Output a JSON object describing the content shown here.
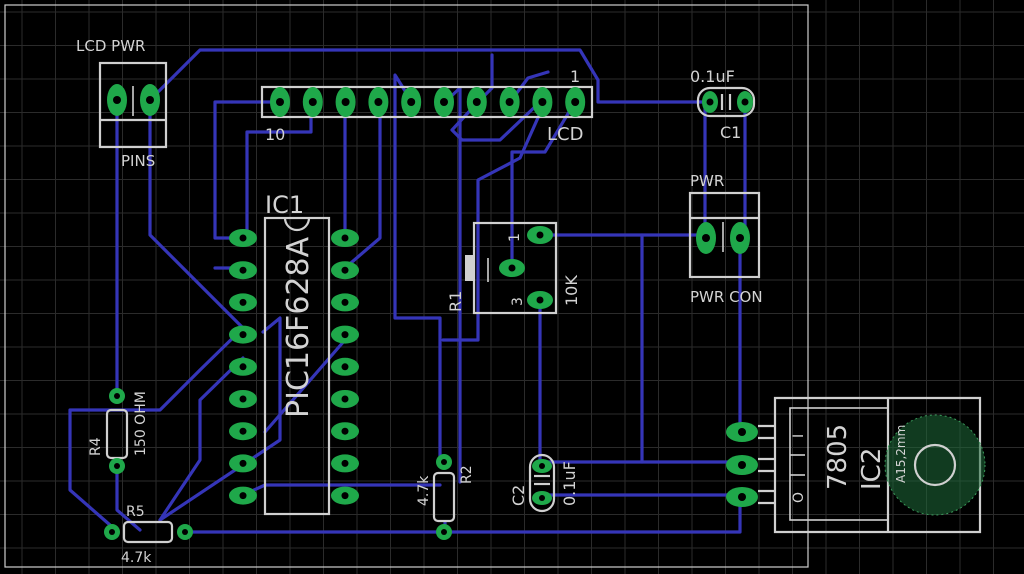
{
  "labels": {
    "lcd_pwr": "LCD PWR",
    "pins": "PINS",
    "lcd_pin1": "1",
    "lcd_pin10": "10",
    "lcd": "LCD",
    "c1_value": "0.1uF",
    "c1_name": "C1",
    "pwr": "PWR",
    "pwr_con": "PWR CON",
    "ic1_name": "IC1",
    "ic1_part": "PIC16F628A",
    "r1_name": "R1",
    "r1_value": "10K",
    "r1_pin1": "1",
    "r1_pin3": "3",
    "r4_name": "R4",
    "r4_value": "150 OHM",
    "r5_name": "R5",
    "r5_value": "4.7k",
    "r2_name": "R2",
    "r2_value": "4.7k",
    "c2_name": "C2",
    "c2_value": "0.1uF",
    "ic2_part": "7805",
    "ic2_name": "IC2",
    "heatsink": "A15,2mm",
    "ic2_pin_i": "I",
    "ic2_pin_o": "O"
  },
  "colors": {
    "background": "#000000",
    "trace": "#3535b8",
    "pad": "#1fa84a",
    "silkscreen": "#d0d0d0",
    "grid": "#2b2b2b",
    "heatsink": "#1f6b3a"
  }
}
